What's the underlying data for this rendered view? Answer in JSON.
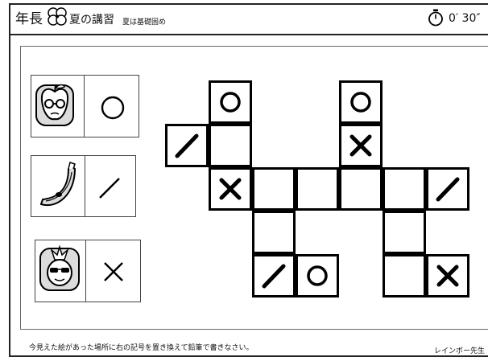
{
  "header": {
    "title": "年長",
    "subtitle": "夏の講習",
    "note": "夏は基礎固め",
    "timer": "0′ 30″"
  },
  "legend": [
    {
      "picture": "apple-with-glasses-icon",
      "symbol": "circle"
    },
    {
      "picture": "banana-icon",
      "symbol": "slash"
    },
    {
      "picture": "pineapple-with-sunglasses-icon",
      "symbol": "cross"
    }
  ],
  "grid": {
    "cells": [
      {
        "symbol": "circle"
      },
      {
        "symbol": "circle"
      },
      {
        "symbol": "slash"
      },
      {
        "symbol": "blank"
      },
      {
        "symbol": "cross"
      },
      {
        "symbol": "cross"
      },
      {
        "symbol": "blank"
      },
      {
        "symbol": "blank"
      },
      {
        "symbol": "blank"
      },
      {
        "symbol": "blank"
      },
      {
        "symbol": "slash"
      },
      {
        "symbol": "blank"
      },
      {
        "symbol": "blank"
      },
      {
        "symbol": "slash"
      },
      {
        "symbol": "circle"
      },
      {
        "symbol": "blank"
      },
      {
        "symbol": "cross"
      }
    ]
  },
  "footer": {
    "instruction": "今見えた絵があった場所に右の記号を置き換えて鉛筆で書きなさい。",
    "brand": "レインボー先生"
  },
  "colors": {
    "ink": "#000000",
    "paper": "#ffffff",
    "icon_fill": "#dcdcdc"
  }
}
